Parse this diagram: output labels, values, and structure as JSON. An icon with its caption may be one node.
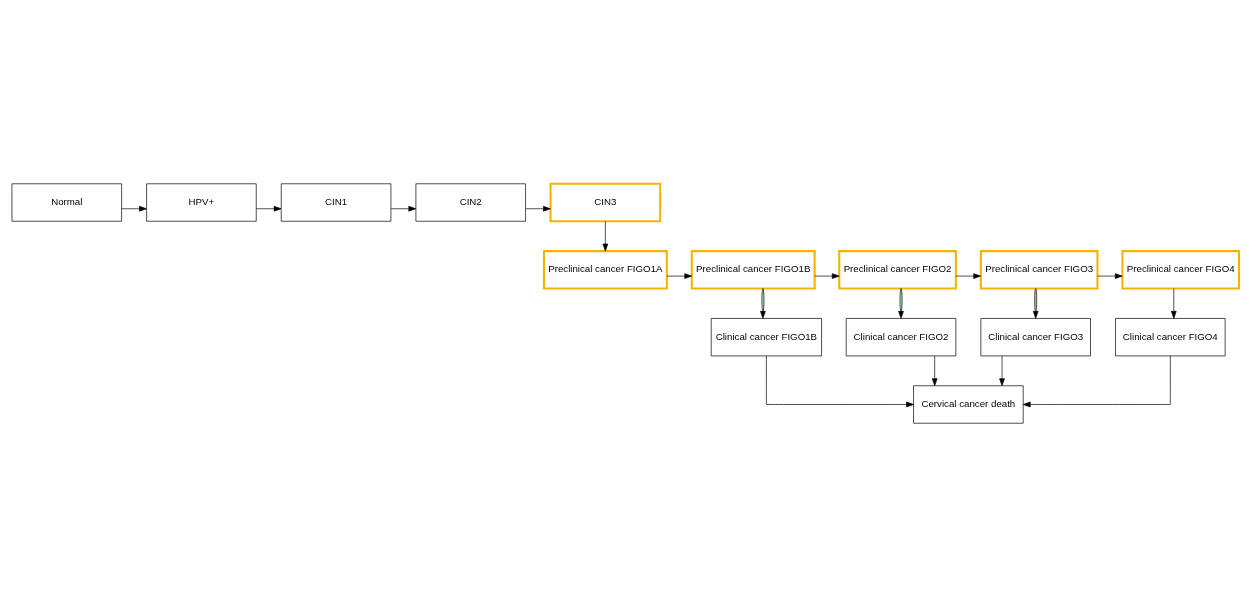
{
  "diagram": {
    "nodes": [
      {
        "text": [
          "Normal"
        ]
      },
      {
        "text": [
          "HPV+"
        ]
      },
      {
        "text": [
          "CIN1"
        ]
      },
      {
        "text": [
          "CIN2"
        ]
      },
      {
        "text": [
          "CIN3"
        ]
      },
      {
        "text": [
          "Preclinical cancer FIGO1A"
        ]
      },
      {
        "text": [
          "Preclinical cancer FIGO1B"
        ]
      },
      {
        "text": [
          "Preclinical cancer FIGO2"
        ]
      },
      {
        "text": [
          "Preclinical cancer FIGO3"
        ]
      },
      {
        "text": [
          "Preclinical cancer FIGO4"
        ]
      },
      {
        "text": [
          "Clinical cancer FIGO1B"
        ]
      },
      {
        "text": [
          "Clinical cancer FIGO2"
        ]
      },
      {
        "text": [
          "Clinical cancer FIGO3"
        ]
      },
      {
        "text": [
          "Clinical cancer FIGO4"
        ]
      },
      {
        "text": [
          "Cervical cancer death"
        ]
      }
    ],
    "edges": [
      {
        "from": 0,
        "to": 1,
        "arrow": "to"
      },
      {
        "from": 1,
        "to": 2,
        "arrow": "to"
      },
      {
        "from": 2,
        "to": 3,
        "arrow": "to"
      },
      {
        "from": 3,
        "to": 4,
        "arrow": "to"
      },
      {
        "from": 4,
        "to": 5,
        "arrow": "to"
      },
      {
        "from": 5,
        "to": 6,
        "arrow": "to"
      },
      {
        "from": 6,
        "to": 7,
        "arrow": "to"
      },
      {
        "from": 7,
        "to": 8,
        "arrow": "to"
      },
      {
        "from": 8,
        "to": 9,
        "arrow": "to"
      },
      {
        "from": 6,
        "to": 10,
        "arrow": "to"
      },
      {
        "from": 7,
        "to": 11,
        "arrow": "to"
      },
      {
        "from": 8,
        "to": 12,
        "arrow": "to"
      },
      {
        "from": 9,
        "to": 13,
        "arrow": "to"
      },
      {
        "from": 10,
        "to": 14,
        "arrow": "to"
      },
      {
        "from": 11,
        "to": 14,
        "arrow": "to"
      },
      {
        "from": 12,
        "to": 14,
        "arrow": "to"
      },
      {
        "from": 13,
        "to": 14,
        "arrow": "to"
      }
    ]
  }
}
